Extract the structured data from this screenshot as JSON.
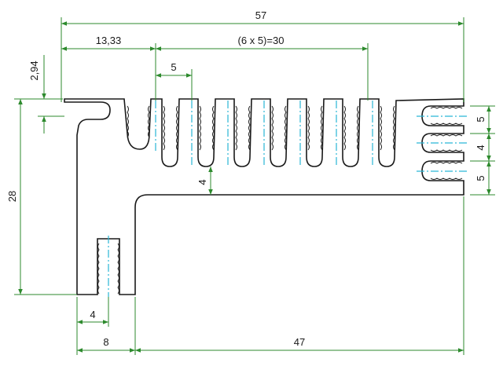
{
  "colors": {
    "outline": "#1a1a1a",
    "dimension": "#2d8a2d",
    "centerline": "#29b6d6",
    "background": "#ffffff"
  },
  "dimensions": {
    "total_width": "57",
    "left_offset": "13,33",
    "fin_span": "(6 x 5)=30",
    "fin_pitch": "5",
    "top_hook": "2,94",
    "total_height": "28",
    "base_thickness": "4",
    "right_fin_top": "5",
    "right_fin_gap": "4",
    "right_fin_bottom": "5",
    "thread_offset": "4",
    "leg_width": "8",
    "base_length": "47"
  }
}
